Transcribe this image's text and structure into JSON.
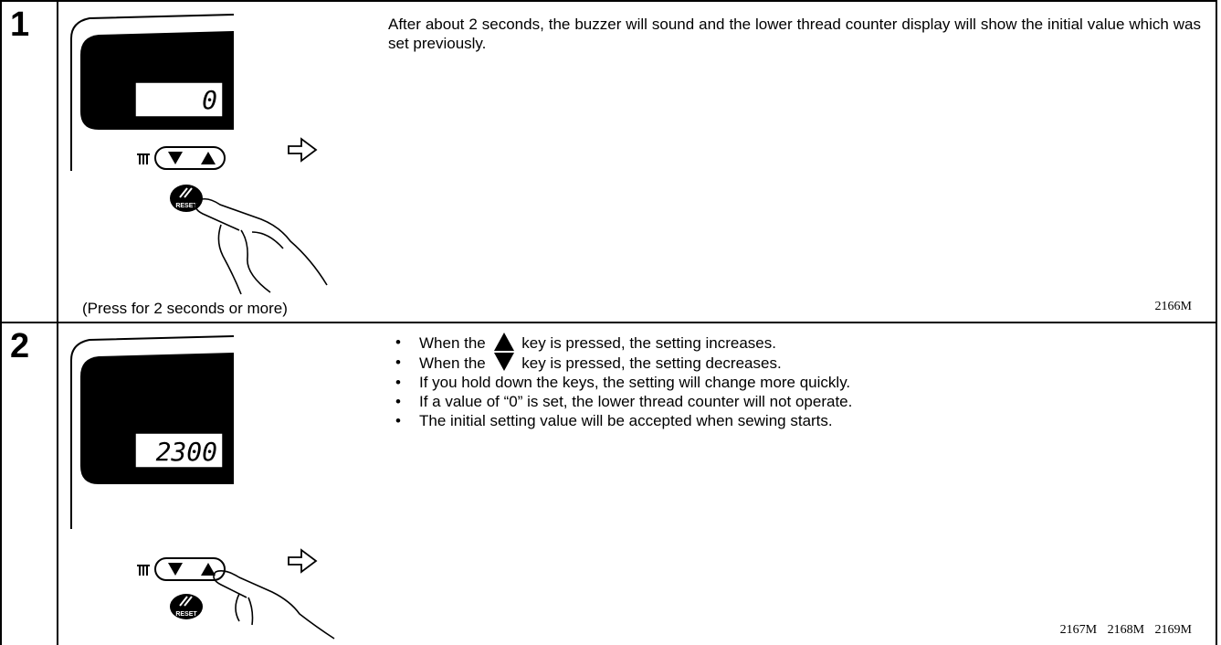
{
  "steps": [
    {
      "number": "1",
      "display_value": "0",
      "reset_label": "RESET",
      "caption": "(Press for 2 seconds or more)",
      "description": "After about 2 seconds, the buzzer will sound and the lower thread counter display will show the initial value which was set previously.",
      "figure_codes": "2166M"
    },
    {
      "number": "2",
      "display_value": "2300",
      "reset_label": "RESET",
      "bullets": {
        "b1_pre": "When the",
        "b1_post": "key is pressed, the setting increases.",
        "b2_pre": "When the",
        "b2_post": "key is pressed, the setting decreases.",
        "b3": "If you hold down the keys, the setting will change more quickly.",
        "b4": "If a value of “0” is set, the lower thread counter will not operate.",
        "b5": "The initial setting value will be accepted when sewing starts."
      },
      "figure_codes": "2167M 2168M 2169M"
    }
  ],
  "icons": {
    "up_key": "triangle-up-icon",
    "down_key": "triangle-down-icon",
    "arrow": "arrow-right-icon",
    "hand": "pointing-hand-icon"
  }
}
